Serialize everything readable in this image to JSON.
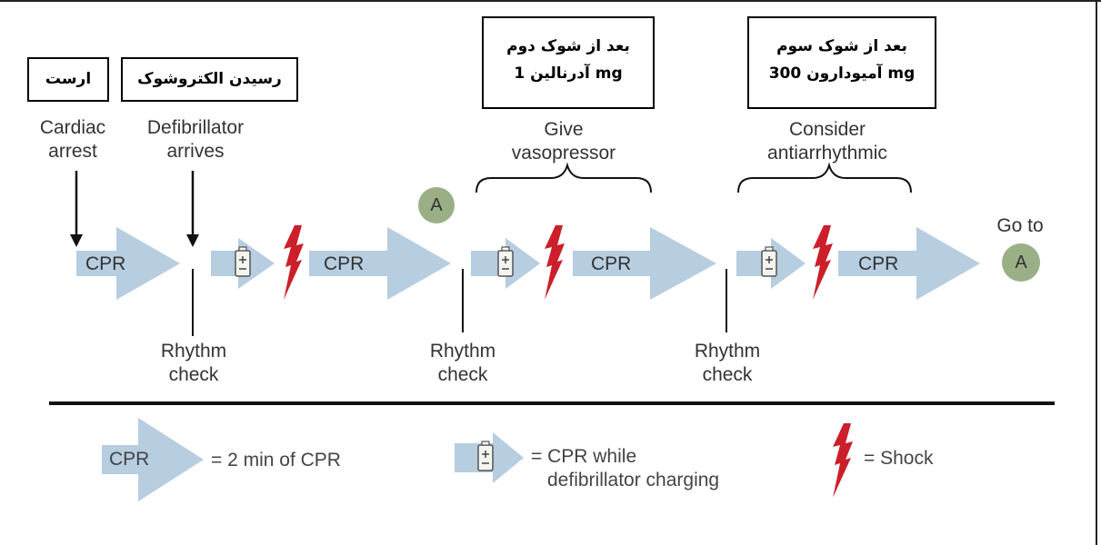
{
  "boxes": {
    "arrest": "ارست",
    "defib_arrival": "رسیدن الکتروشوک",
    "after_second_shock": {
      "line1": "بعد از شوک دوم",
      "line2": "آدرنالین 1 mg"
    },
    "after_third_shock": {
      "line1": "بعد از شوک سوم",
      "line2": "آمیودارون 300 mg"
    }
  },
  "labels": {
    "cardiac_arrest": [
      "Cardiac",
      "arrest"
    ],
    "defibrillator_arrives": [
      "Defibrillator",
      "arrives"
    ],
    "give_vasopressor": [
      "Give",
      "vasopressor"
    ],
    "consider_antiarrhythmic": [
      "Consider",
      "antiarrhythmic"
    ],
    "rhythm_check": [
      "Rhythm",
      "check"
    ],
    "go_to": "Go to"
  },
  "timeline": {
    "cpr_label": "CPR",
    "circle_label": "A"
  },
  "legend": {
    "cpr_label": "CPR",
    "cpr_text": "= 2 min of CPR",
    "charging_text": [
      "= CPR while",
      "defibrillator charging"
    ],
    "shock_text": "= Shock"
  },
  "colors": {
    "arrow_fill": "#b7cde0",
    "shock_fill": "#cc1f2a",
    "circle_fill": "#9aaf86",
    "text": "#333333"
  },
  "icons": [
    "battery-icon",
    "lightning-bolt-icon",
    "down-arrow-icon",
    "brace-icon"
  ]
}
